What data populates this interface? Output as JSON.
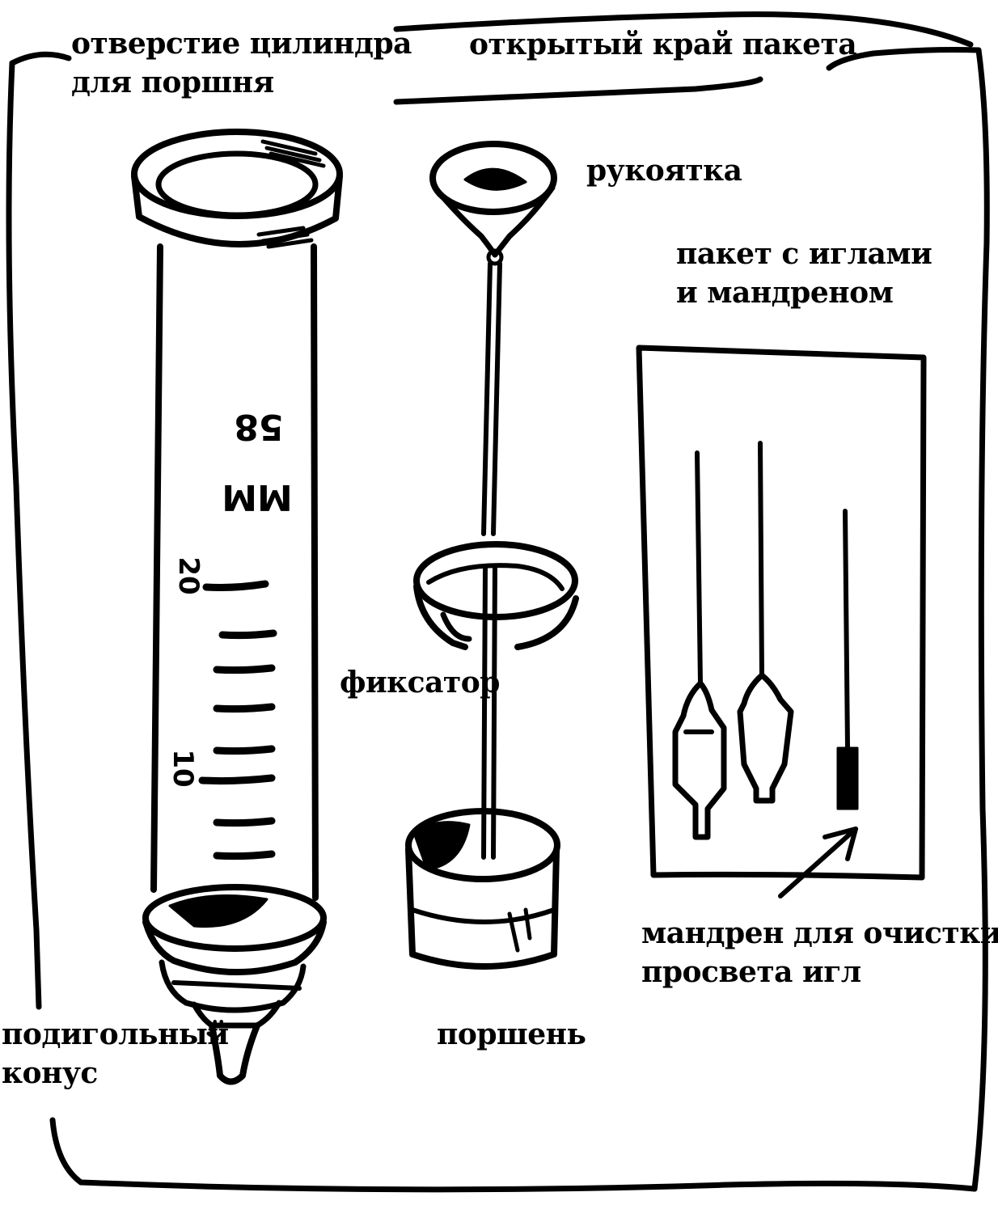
{
  "labels": {
    "cylinder_opening": [
      "отверстие цилиндра",
      "для поршня"
    ],
    "open_edge": "открытый край пакета",
    "handle": "рукоятка",
    "needle_pack": [
      "пакет с иглами",
      "и мандреном"
    ],
    "fixator": "фиксатор",
    "needle_cone": [
      "подигольный",
      "конус"
    ],
    "piston": "поршень",
    "mandrel": [
      "мандрен для очистки",
      "просвета игл"
    ]
  },
  "cylinder_marks": {
    "top": "58",
    "unit": "MM",
    "scale_high": "20",
    "scale_low": "10"
  },
  "colors": {
    "ink": "#000000",
    "paper": "#ffffff"
  }
}
